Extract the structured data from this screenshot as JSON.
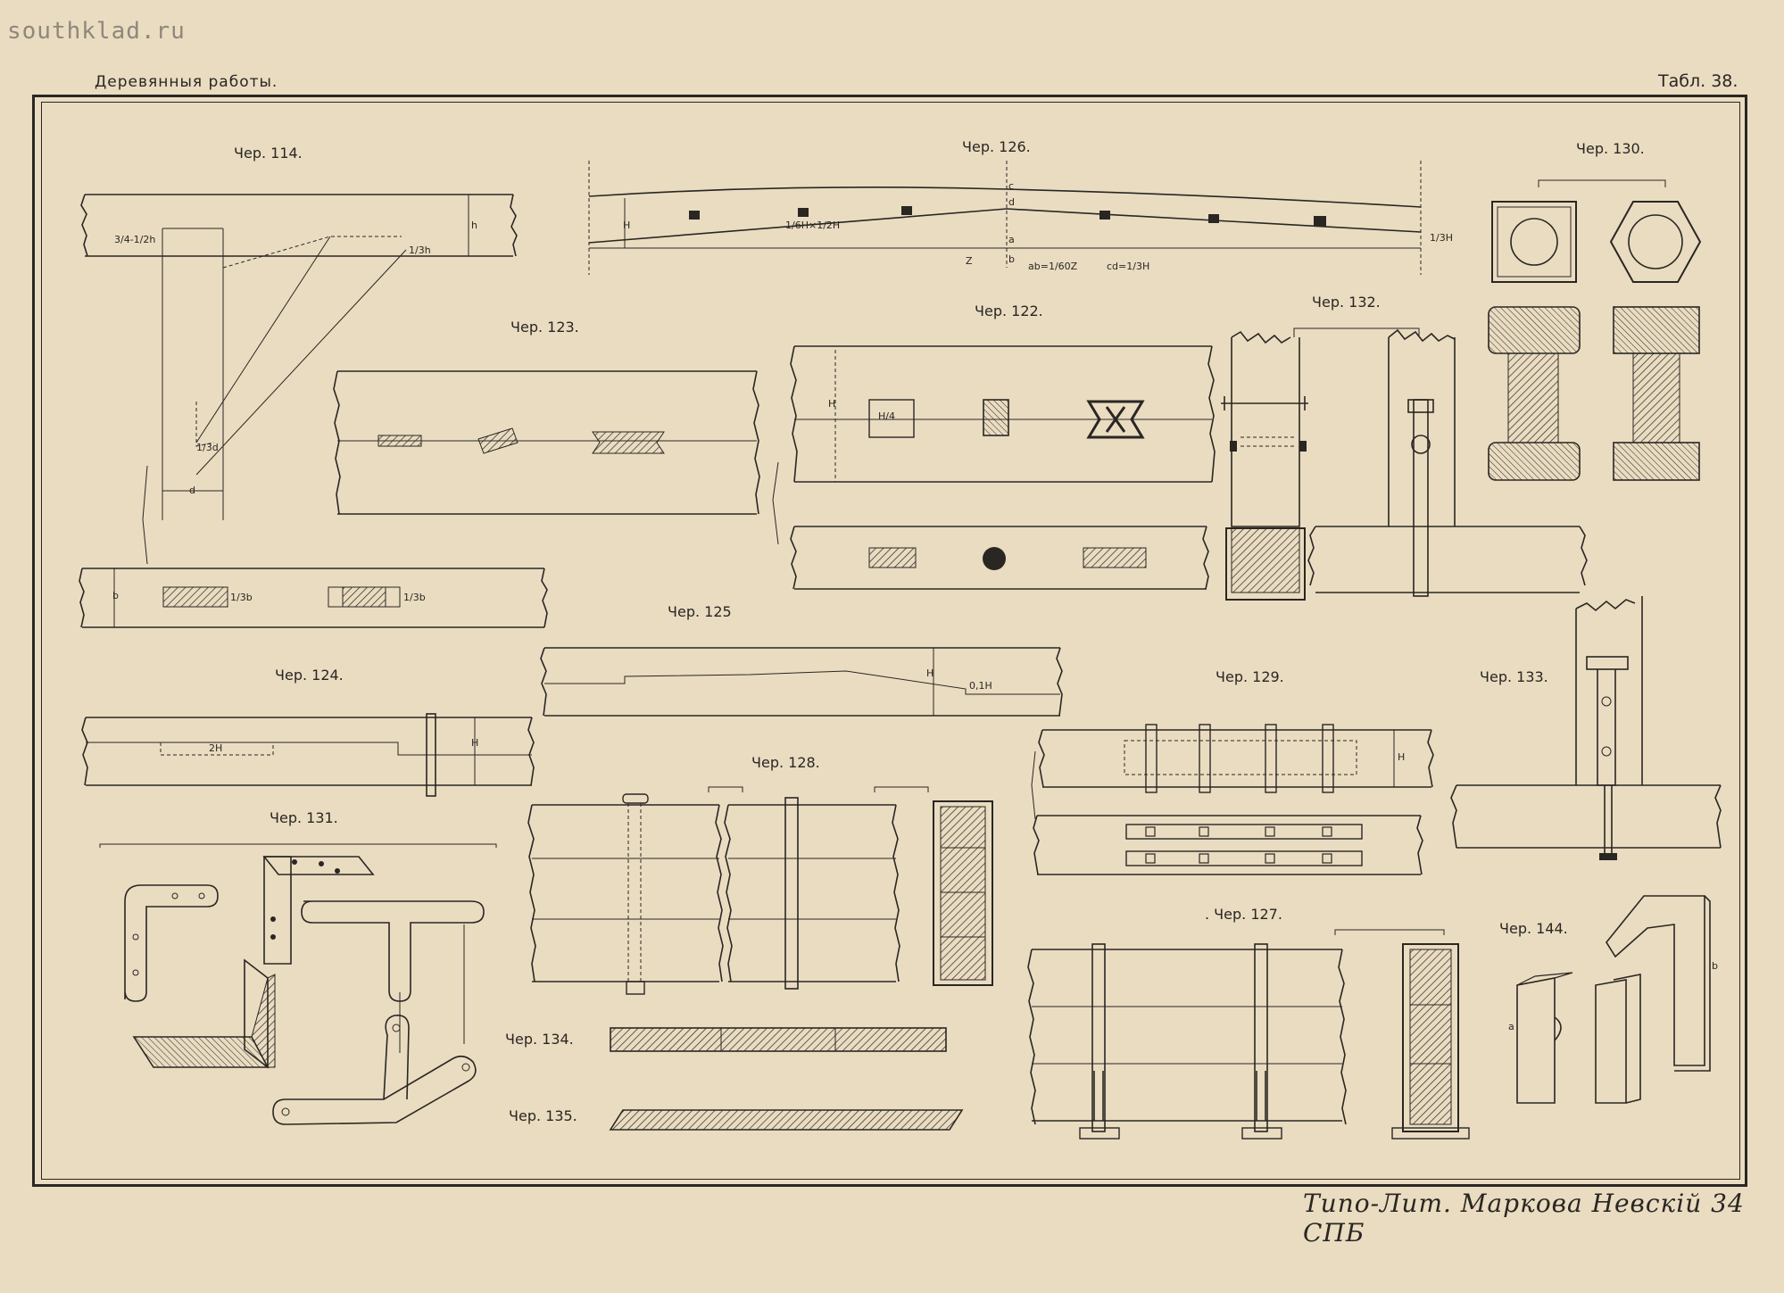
{
  "watermark": "southklad.ru",
  "header": {
    "left": "Деревянныя работы.",
    "right": "Табл. 38."
  },
  "footer": {
    "printer": "Типо-Лит. Маркова Невскій 34 СПБ"
  },
  "figures": {
    "f114": "Чер. 114.",
    "f126": "Чер. 126.",
    "f130": "Чер. 130.",
    "f123": "Чер. 123.",
    "f122": "Чер. 122.",
    "f132": "Чер. 132.",
    "f125": "Чер. 125",
    "f124": "Чер. 124.",
    "f129": "Чер. 129.",
    "f133": "Чер. 133.",
    "f128": "Чер. 128.",
    "f131": "Чер. 131.",
    "f127": ". Чер. 127.",
    "f144": "Чер. 144.",
    "f134": "Чер. 134.",
    "f135": "Чер. 135."
  },
  "annotations": {
    "a114_h": "h",
    "a114_frac": "3/4-1/2h",
    "a114_13h": "1/3h",
    "a114_d": "d",
    "a114_13d": "1/3d",
    "a114_b": "b",
    "a114_13b1": "1/3b",
    "a114_13b2": "1/3b",
    "a126_H": "H",
    "a126_c": "c",
    "a126_d": "d",
    "a126_a": "a",
    "a126_b": "b",
    "a126_Z": "Z",
    "a126_HH": "1/6H×1/2H",
    "a126_13H": "1/3H",
    "a126_ab": "ab=1/60Z",
    "a126_cd": "cd=1/3H",
    "a122_H": "H",
    "a122_H4": "H/4",
    "a125_H": "H",
    "a125_01": "0,1H",
    "a124_2H": "2H",
    "a124_H": "H",
    "a129_H": "H",
    "a144_a": "a",
    "a144_b": "b"
  },
  "colors": {
    "paper": "#e9dcc1",
    "ink": "#2a2622",
    "watermark": "#8f877b"
  }
}
